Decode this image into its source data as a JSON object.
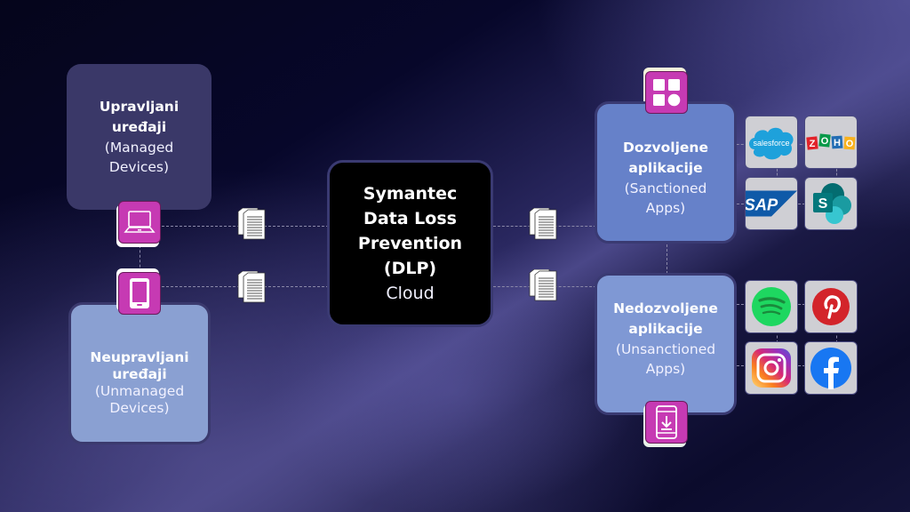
{
  "center": {
    "title_lines": [
      "Symantec",
      "Data Loss",
      "Prevention",
      "(DLP)"
    ],
    "subtitle": "Cloud"
  },
  "managed": {
    "title_lines": [
      "Upravljani",
      "uređaji"
    ],
    "sub_lines": [
      "(Managed",
      "Devices)"
    ],
    "icon": "laptop-icon"
  },
  "unmanaged": {
    "title_lines": [
      "Neupravljani",
      "uređaji"
    ],
    "sub_lines": [
      "(Unmanaged",
      "Devices)"
    ],
    "icon": "smartphone-icon"
  },
  "sanctioned": {
    "title_lines": [
      "Dozvoljene",
      "aplikacije"
    ],
    "sub_lines": [
      "(Sanctioned",
      "Apps)"
    ],
    "icon": "app-grid-icon",
    "apps": [
      {
        "name": "Salesforce",
        "label": "salesforce",
        "icon": "salesforce-icon",
        "color": "#1ea1db"
      },
      {
        "name": "Zoho",
        "label": "ZOHO",
        "icon": "zoho-icon",
        "color": "#e2232a"
      },
      {
        "name": "SAP",
        "label": "SAP",
        "icon": "sap-icon",
        "color": "#0f5aa8"
      },
      {
        "name": "SharePoint",
        "label": "S",
        "icon": "sharepoint-icon",
        "color": "#036c70"
      }
    ]
  },
  "unsanctioned": {
    "title_lines": [
      "Nedozvoljene",
      "aplikacije"
    ],
    "sub_lines": [
      "(Unsanctioned",
      "Apps)"
    ],
    "icon": "app-download-icon",
    "apps": [
      {
        "name": "Spotify",
        "icon": "spotify-icon",
        "color": "#1ed760"
      },
      {
        "name": "Pinterest",
        "icon": "pinterest-icon",
        "color": "#d3242a"
      },
      {
        "name": "Instagram",
        "icon": "instagram-icon",
        "color": "#d62976"
      },
      {
        "name": "Facebook",
        "label": "f",
        "icon": "facebook-icon",
        "color": "#1877f2"
      }
    ]
  },
  "colors": {
    "accent_badge": "#c63ab3",
    "managed_box": "#3a3868",
    "unmanaged_box": "#8aa0d2",
    "sanctioned_box": "#6681c9",
    "unsanctioned_box": "#7f98d4",
    "center_box": "#000000"
  }
}
